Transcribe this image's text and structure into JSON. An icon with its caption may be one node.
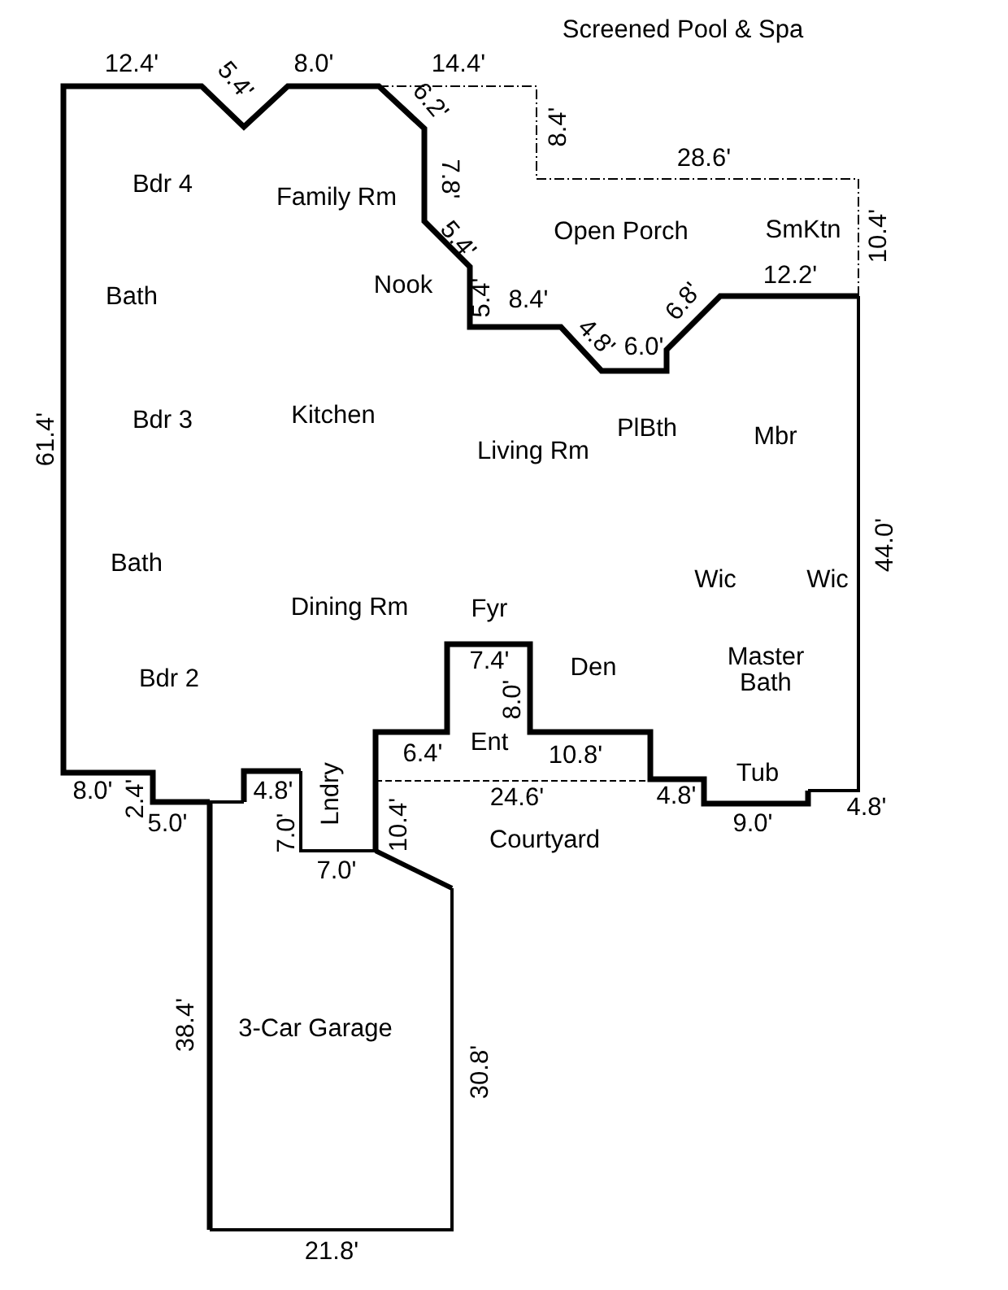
{
  "diagram": {
    "labels": [
      "Screened Pool & Spa",
      "12.4'",
      "5.4'",
      "8.0'",
      "14.4'",
      "6.2'",
      "8.4'",
      "28.6'",
      "Bdr 4",
      "Family Rm",
      "7.8'",
      "Open Porch",
      "SmKtn",
      "10.4'",
      "5.4'",
      "Nook",
      "Bath",
      "12.2'",
      "5.4'",
      "8.4'",
      "4.8'",
      "6.8'",
      "6.0'",
      "61.4'",
      "Bdr 3",
      "Kitchen",
      "PlBth",
      "Mbr",
      "Living Rm",
      "44.0'",
      "Bath",
      "Wic",
      "Wic",
      "Dining Rm",
      "Fyr",
      "7.4'",
      "Den",
      "Master Bath",
      "Bdr 2",
      "8.0'",
      "Ent",
      "6.4'",
      "10.8'",
      "Tub",
      "8.0'",
      "2.4'",
      "4.8'",
      "Lndry",
      "24.6'",
      "4.8'",
      "4.8'",
      "5.0'",
      "7.0'",
      "10.4'",
      "9.0'",
      "Courtyard",
      "7.0'",
      "38.4'",
      "3-Car Garage",
      "30.8'",
      "21.8'"
    ]
  }
}
